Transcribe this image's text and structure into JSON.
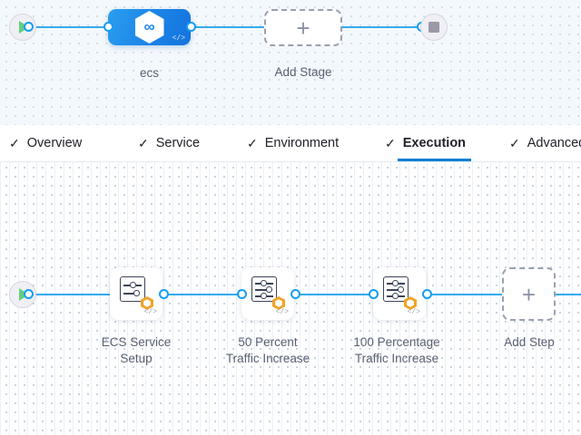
{
  "stage_canvas": {
    "start_node": {
      "icon": "play-icon",
      "label": "Start"
    },
    "end_node": {
      "icon": "stop-icon",
      "label": "End"
    },
    "stage": {
      "label": "ecs",
      "icon": "infinity-hexagon-icon",
      "code_badge": "</>"
    },
    "add_stage": {
      "label": "Add Stage",
      "plus": "+"
    }
  },
  "tabs": [
    {
      "label": "Overview",
      "check": "✓",
      "active": false
    },
    {
      "label": "Service",
      "check": "✓",
      "active": false
    },
    {
      "label": "Environment",
      "check": "✓",
      "active": false
    },
    {
      "label": "Execution",
      "check": "✓",
      "active": true
    },
    {
      "label": "Advanced",
      "check": "✓",
      "active": false
    }
  ],
  "step_canvas": {
    "start_node": {
      "icon": "play-icon",
      "label": "Start"
    },
    "steps": [
      {
        "line1": "ECS Service",
        "line2": "Setup",
        "icon": "sliders-settings-icon",
        "badge": "orange-hexagon-icon",
        "code_badge": "</>"
      },
      {
        "line1": "50 Percent",
        "line2": "Traffic Increase",
        "icon": "sliders-settings-icon",
        "badge": "orange-hexagon-icon",
        "code_badge": "</>"
      },
      {
        "line1": "100 Percentage",
        "line2": "Traffic Increase",
        "icon": "sliders-settings-icon",
        "badge": "orange-hexagon-icon",
        "code_badge": "</>"
      }
    ],
    "add_step": {
      "label": "Add Step",
      "plus": "+"
    }
  },
  "colors": {
    "edge": "#33aaf0",
    "connector": "#159df4",
    "stage_node": "#1b83e6",
    "active_tab_underline": "#0b7fd4",
    "badge_orange": "#f0a429",
    "play_green": "#63cf7c",
    "stop_gray": "#9a9aa6"
  }
}
